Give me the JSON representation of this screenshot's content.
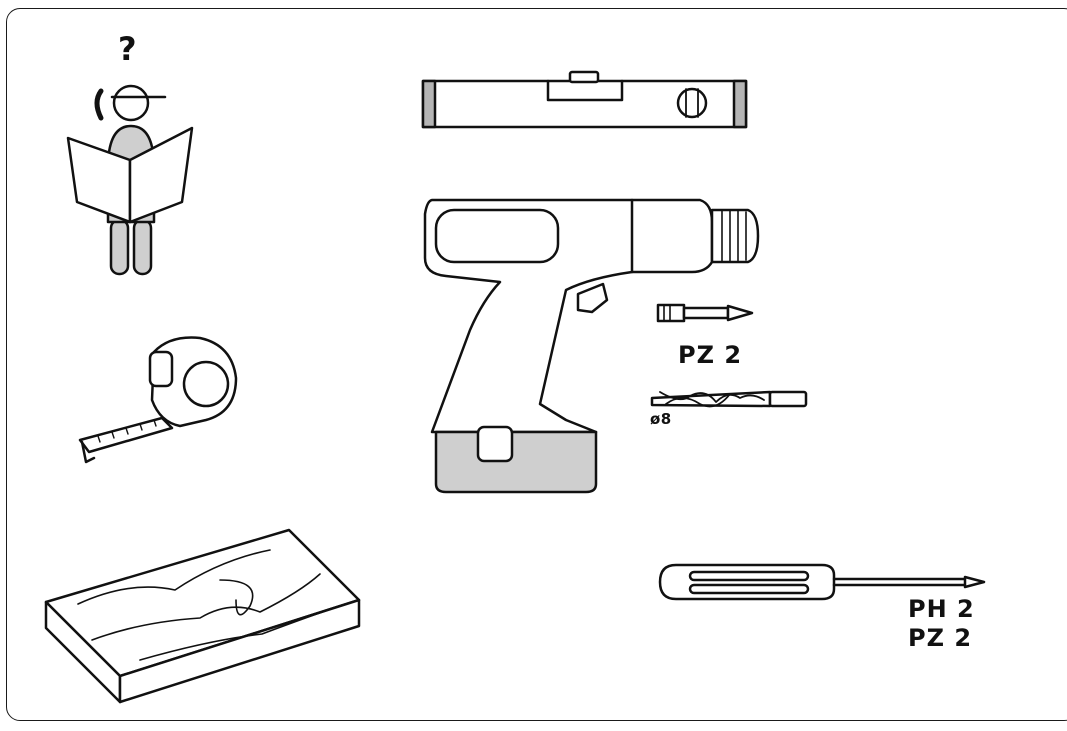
{
  "frame": {
    "stroke": "#1a1a1a"
  },
  "colors": {
    "line": "#111111",
    "fill_gray": "#cfcfcf",
    "fill_white": "#ffffff"
  },
  "icons": {
    "person": "person-reading-manual-icon",
    "level": "spirit-level-icon",
    "drill": "cordless-drill-icon",
    "bit": "screwdriver-bit-icon",
    "drill_bit": "drill-bit-icon",
    "tape": "tape-measure-icon",
    "wood": "wood-plank-icon",
    "screwdriver": "screwdriver-icon"
  },
  "labels": {
    "question_mark": "?",
    "bit_size": "PZ 2",
    "drill_bit_size": "ø8",
    "screwdriver_size_1": "PH 2",
    "screwdriver_size_2": "PZ 2"
  }
}
